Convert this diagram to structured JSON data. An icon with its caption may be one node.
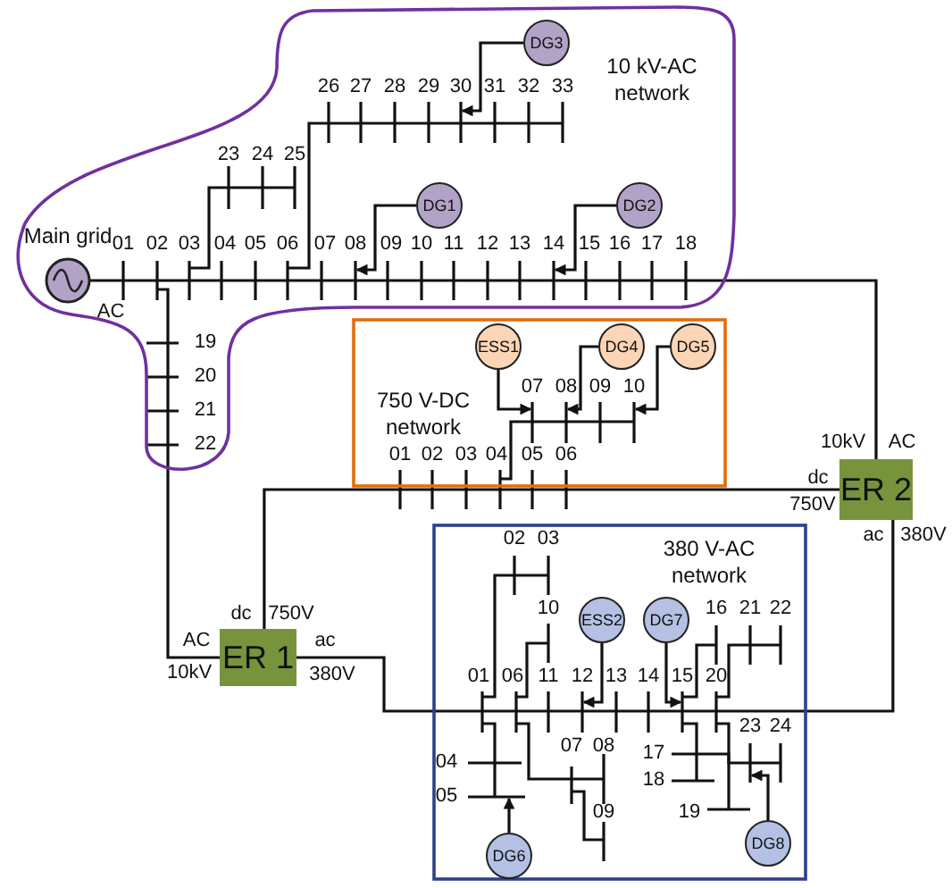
{
  "diagram": {
    "nodes": [
      {
        "text": [
          "10 kV-AC network"
        ]
      },
      {
        "text": [
          "Main grid"
        ],
        "beside": [
          "AC"
        ],
        "in": 0
      },
      {
        "text": [
          "DG3"
        ],
        "in": 0
      },
      {
        "text": [
          "DG1"
        ],
        "in": 0
      },
      {
        "text": [
          "DG2"
        ],
        "in": 0
      },
      {
        "text": [
          "750 V-DC network"
        ]
      },
      {
        "text": [
          "ESS1"
        ],
        "in": 5
      },
      {
        "text": [
          "DG4"
        ],
        "in": 5
      },
      {
        "text": [
          "DG5"
        ],
        "in": 5
      },
      {
        "text": [
          "380 V-AC network"
        ]
      },
      {
        "text": [
          "ESS2"
        ],
        "in": 9
      },
      {
        "text": [
          "DG7"
        ],
        "in": 9
      },
      {
        "text": [
          "DG6"
        ],
        "in": 9
      },
      {
        "text": [
          "DG8"
        ],
        "in": 9
      },
      {
        "text": [
          "ER 1"
        ],
        "beside": [
          "AC",
          "10kV",
          "dc",
          "750V",
          "ac",
          "380V"
        ]
      },
      {
        "text": [
          "ER 2"
        ],
        "beside": [
          "10kV",
          "AC",
          "dc",
          "750V",
          "ac",
          "380V"
        ]
      },
      {
        "text": [
          "30"
        ],
        "in": 0
      },
      {
        "text": [
          "08"
        ],
        "in": 0
      },
      {
        "text": [
          "14"
        ],
        "in": 0
      },
      {
        "text": [
          "07"
        ],
        "in": 5
      },
      {
        "text": [
          "08"
        ],
        "in": 5
      },
      {
        "text": [
          "10"
        ],
        "in": 5
      },
      {
        "text": [
          "12"
        ],
        "in": 9
      },
      {
        "text": [
          "15"
        ],
        "in": 9
      }
    ],
    "edges": [
      {
        "from": 2,
        "to": 16,
        "arrow": "to"
      },
      {
        "from": 3,
        "to": 17,
        "arrow": "to"
      },
      {
        "from": 4,
        "to": 18,
        "arrow": "to"
      },
      {
        "from": 6,
        "to": 19,
        "arrow": "to"
      },
      {
        "from": 7,
        "to": 20,
        "arrow": "to"
      },
      {
        "from": 8,
        "to": 21,
        "arrow": "to"
      },
      {
        "from": 10,
        "to": 22,
        "arrow": "to"
      },
      {
        "from": 11,
        "to": 23,
        "arrow": "to"
      },
      {
        "from": 12,
        "to": null,
        "arrow": "to"
      },
      {
        "from": 13,
        "to": null,
        "arrow": "to"
      },
      {
        "from": 14,
        "to": 0,
        "arrow": "none"
      },
      {
        "from": 14,
        "to": 5,
        "arrow": "none"
      },
      {
        "from": 14,
        "to": 9,
        "arrow": "none"
      },
      {
        "from": 15,
        "to": 0,
        "arrow": "none"
      },
      {
        "from": 15,
        "to": 5,
        "arrow": "none"
      },
      {
        "from": 15,
        "to": 9,
        "arrow": "none"
      }
    ],
    "labels": [
      "26",
      "27",
      "28",
      "29",
      "31",
      "32",
      "33",
      "23",
      "24",
      "25",
      "01",
      "02",
      "03",
      "04",
      "05",
      "06",
      "07",
      "09",
      "10",
      "11",
      "12",
      "13",
      "15",
      "16",
      "17",
      "18",
      "19",
      "20",
      "21",
      "22",
      "09",
      "01",
      "02",
      "03",
      "04",
      "05",
      "06",
      "02",
      "03",
      "10",
      "16",
      "21",
      "22",
      "01",
      "06",
      "11",
      "13",
      "14",
      "20",
      "23",
      "24",
      "07",
      "08",
      "17",
      "04",
      "18",
      "05",
      "09",
      "19"
    ]
  }
}
